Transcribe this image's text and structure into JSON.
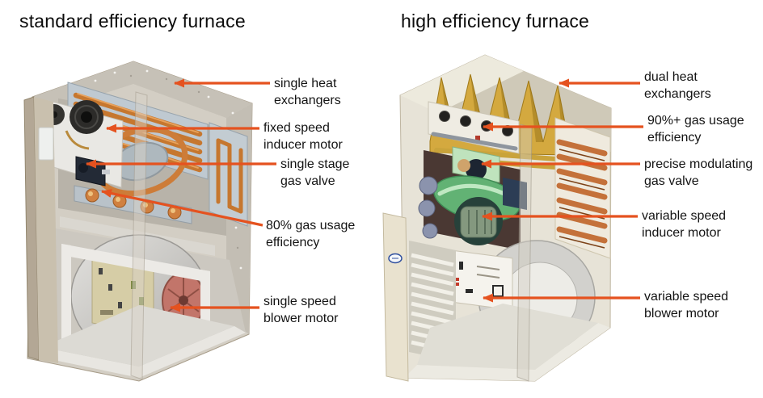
{
  "diagram": {
    "accent_color": "#e5521f",
    "background": "#ffffff",
    "left_panel": {
      "title": "standard efficiency furnace",
      "illustration": "standard-efficiency-furnace-cutaway",
      "labels": [
        {
          "id": "single-heat-exchangers",
          "text": "single heat\nexchangers"
        },
        {
          "id": "fixed-speed-inducer-motor",
          "text": "fixed speed\ninducer motor"
        },
        {
          "id": "single-stage-gas-valve",
          "text": "single stage\ngas valve"
        },
        {
          "id": "gas-usage-efficiency-80",
          "text": "80% gas usage\nefficiency"
        },
        {
          "id": "single-speed-blower-motor",
          "text": "single speed\nblower motor"
        }
      ]
    },
    "right_panel": {
      "title": "high efficiency furnace",
      "illustration": "high-efficiency-furnace-cutaway",
      "labels": [
        {
          "id": "dual-heat-exchangers",
          "text": "dual heat\nexchangers"
        },
        {
          "id": "gas-usage-efficiency-90plus",
          "text": "90%+ gas usage\nefficiency"
        },
        {
          "id": "precise-modulating-gas-valve",
          "text": "precise modulating\ngas valve"
        },
        {
          "id": "variable-speed-inducer-motor",
          "text": "variable speed\ninducer motor"
        },
        {
          "id": "variable-speed-blower-motor",
          "text": "variable speed\nblower motor"
        }
      ]
    }
  }
}
